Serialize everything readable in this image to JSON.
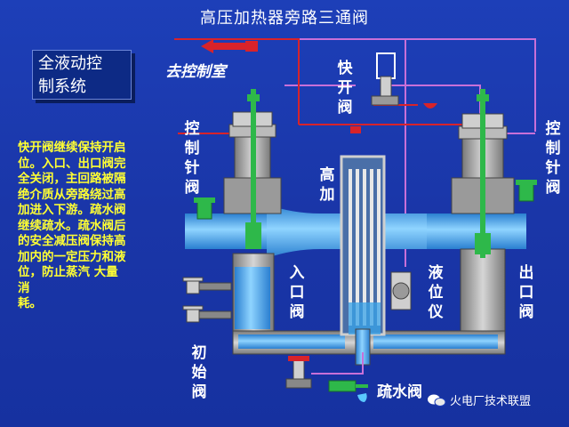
{
  "title": "高压加热器旁路三通阀",
  "system_box": {
    "line1": "全液动控",
    "line2": "制系统"
  },
  "to_control_room": "去控制室",
  "description": [
    "快开阀继续保持开启",
    "位。入口、出口阀完",
    "全关闭，主回路被隔",
    "绝介质从旁路绕过高",
    "加进入下游。疏水阀",
    "继续疏水。疏水阀后",
    "的安全减压阀保持高",
    "加内的一定压力和液",
    "位，防止蒸汽 大量",
    "消",
    "耗。"
  ],
  "labels": {
    "quick_open": "快开阀",
    "left_needle": "控制针阀",
    "right_needle": "控制针阀",
    "heater": "高加",
    "inlet": "入口阀",
    "level_gauge": "液位仪",
    "outlet": "出口阀",
    "initial": "初始阀",
    "drain": "疏水阀"
  },
  "watermark": "火电厂技术联盟",
  "colors": {
    "background": "#1d3fb8",
    "pipe": "#3aa3e8",
    "valve_body": "#a8a8a8",
    "stem": "#2eb84a",
    "control_line_red": "#d8232a",
    "control_line_purple": "#c870d8",
    "desc_text": "#ffff33"
  }
}
